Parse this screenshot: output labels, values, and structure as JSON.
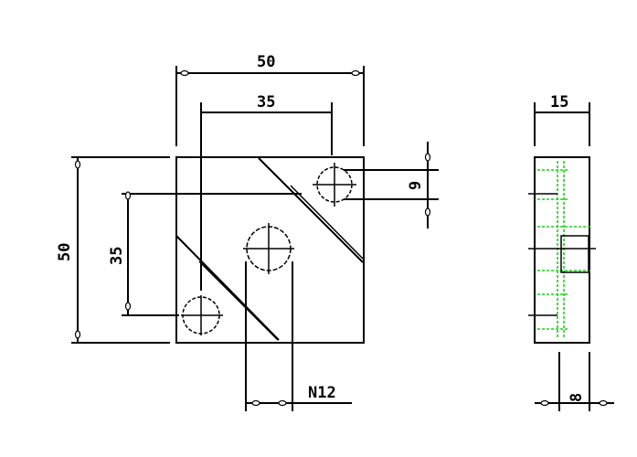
{
  "front_view": {
    "dimensions": {
      "overall_width": "50",
      "hole_spacing_horizontal": "35",
      "overall_height": "50",
      "hole_spacing_vertical": "35",
      "hole_offset": "9",
      "thread_size": "N12"
    }
  },
  "side_view": {
    "dimensions": {
      "thickness": "15",
      "depth": "8"
    }
  },
  "colors": {
    "line": "#000000",
    "hidden_marks": "#19d219",
    "background": "#ffffff"
  }
}
